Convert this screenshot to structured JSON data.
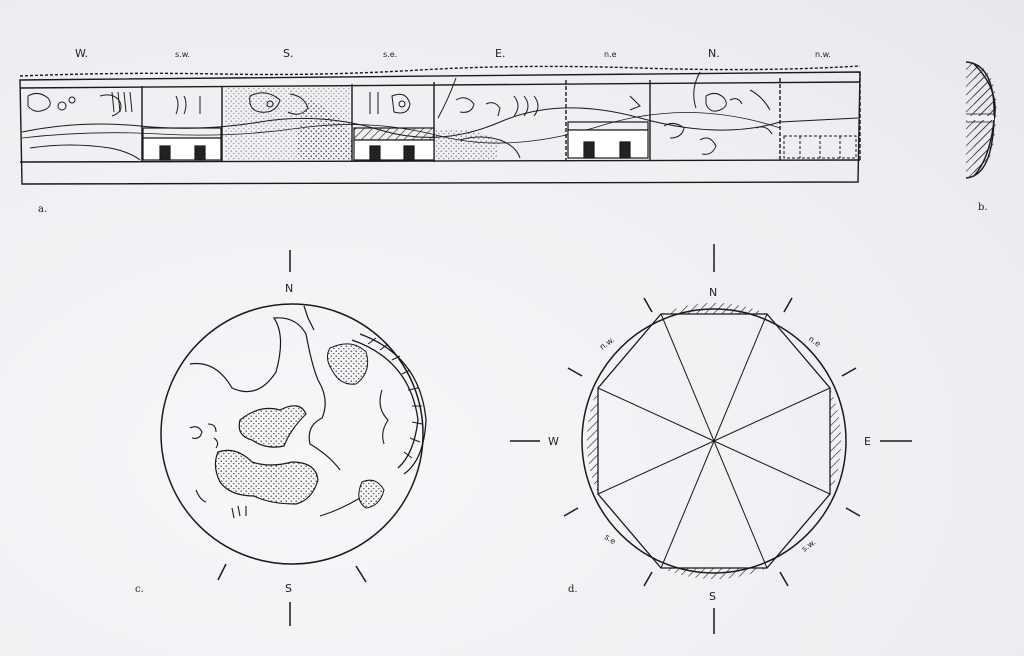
{
  "frieze": {
    "directions": [
      "W.",
      "s.w.",
      "S.",
      "s.e.",
      "E.",
      "n.e",
      "N.",
      "n.w."
    ],
    "caption": "a."
  },
  "profile": {
    "caption": "b."
  },
  "plan_c": {
    "north": "N",
    "south": "S",
    "caption": "c."
  },
  "plan_d": {
    "north": "N",
    "south": "S",
    "east": "E",
    "west": "W",
    "nw": "n.w.",
    "ne": "n.e",
    "se": "s.e",
    "sw": "s.w.",
    "caption": "d."
  }
}
